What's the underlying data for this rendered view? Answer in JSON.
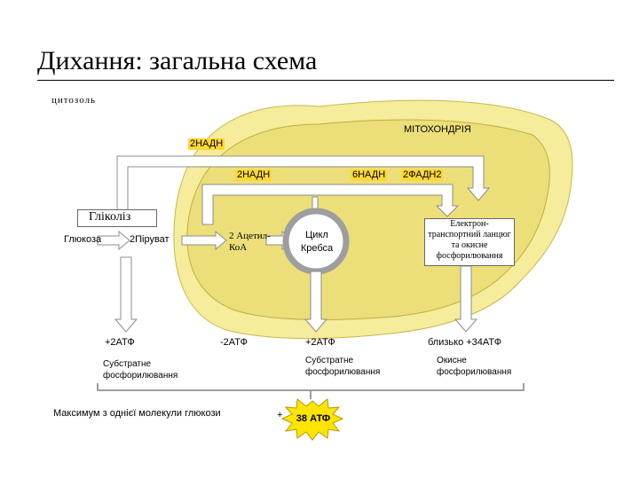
{
  "title": "Дихання: загальна схема",
  "cytosol": "цитозоль",
  "mitochondria": "МІТОХОНДРІЯ",
  "nadh_2_top": "2НАДН",
  "nadh_2_inner": "2НАДН",
  "nadh_6": "6НАДН",
  "fadh_2": "2ФАДН2",
  "glycolysis": "Гліколіз",
  "glucose": "Глюкоза",
  "pyruvate": "2Піруват",
  "acetyl_coa": "2 Ацетил-КоА",
  "krebs": "Цикл Кребса",
  "etc": "Електрон-транспортний ланцюг та окисне фосфорилювання",
  "atp_glycolysis": "+2АТФ",
  "atp_minus": "-2АТФ",
  "atp_krebs": "+2АТФ",
  "atp_etc": "близько +34АТФ",
  "sub_phos_1": "Субстратне фосфорилювання",
  "sub_phos_2": "Субстратне фосфорилювання",
  "ox_phos": "Окисне фосфорилювання",
  "max_label": "Максимум з однієї молекули глюкози",
  "plus_sign": "+",
  "total_atp": "38 АТФ",
  "colors": {
    "mito_outer": "#f5ec9c",
    "mito_inner": "#e8da6a",
    "arrow_fill": "#ffffff",
    "arrow_stroke": "#8c8c8c",
    "label_bg": "#fdd835",
    "total_burst": "#ffe400"
  }
}
